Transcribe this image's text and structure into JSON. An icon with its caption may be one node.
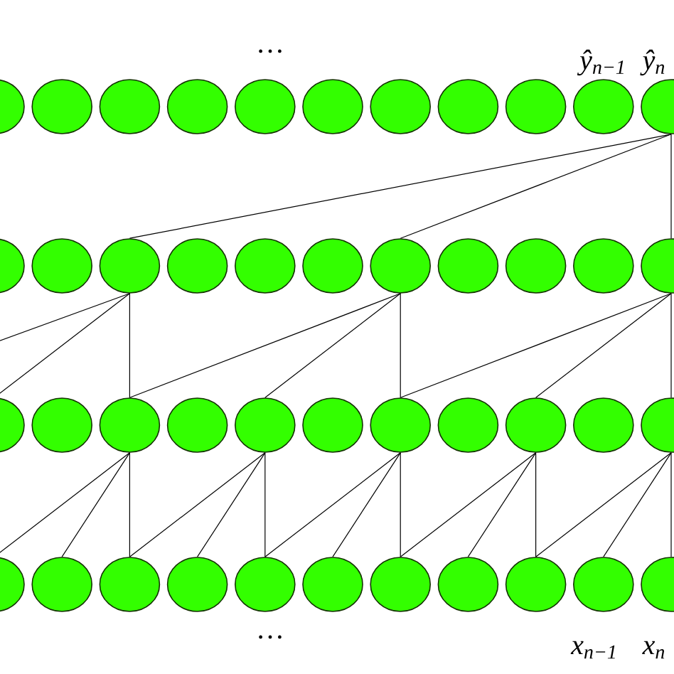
{
  "diagram": {
    "nodes": [
      {
        "text": [],
        "shape": "circle"
      },
      {
        "text": [],
        "shape": "circle"
      },
      {
        "text": [],
        "shape": "circle"
      },
      {
        "text": [],
        "shape": "circle"
      },
      {
        "text": [],
        "shape": "circle"
      },
      {
        "text": [],
        "shape": "circle"
      },
      {
        "text": [],
        "shape": "circle"
      },
      {
        "text": [],
        "shape": "circle"
      },
      {
        "text": [],
        "shape": "circle"
      },
      {
        "text": [],
        "shape": "circle"
      },
      {
        "text": [],
        "shape": "circle"
      },
      {
        "text": [],
        "shape": "circle"
      },
      {
        "text": [],
        "shape": "circle"
      },
      {
        "text": [],
        "shape": "circle"
      },
      {
        "text": [],
        "shape": "circle"
      },
      {
        "text": [],
        "shape": "circle"
      },
      {
        "text": [],
        "shape": "circle"
      },
      {
        "text": [],
        "shape": "circle"
      },
      {
        "text": [],
        "shape": "circle"
      },
      {
        "text": [],
        "shape": "circle"
      },
      {
        "text": [],
        "shape": "circle"
      },
      {
        "text": [],
        "shape": "circle"
      },
      {
        "text": [],
        "shape": "circle"
      },
      {
        "text": [],
        "shape": "circle"
      },
      {
        "text": [],
        "shape": "circle"
      },
      {
        "text": [],
        "shape": "circle"
      },
      {
        "text": [],
        "shape": "circle"
      },
      {
        "text": [],
        "shape": "circle"
      },
      {
        "text": [],
        "shape": "circle"
      },
      {
        "text": [],
        "shape": "circle"
      },
      {
        "text": [],
        "shape": "circle"
      },
      {
        "text": [],
        "shape": "circle"
      },
      {
        "text": [],
        "shape": "circle"
      },
      {
        "text": [],
        "shape": "circle"
      },
      {
        "text": [],
        "shape": "circle"
      },
      {
        "text": [],
        "shape": "circle"
      },
      {
        "text": [],
        "shape": "circle"
      },
      {
        "text": [],
        "shape": "circle"
      },
      {
        "text": [],
        "shape": "circle"
      },
      {
        "text": [],
        "shape": "circle"
      },
      {
        "text": [],
        "shape": "circle"
      },
      {
        "text": [],
        "shape": "circle"
      },
      {
        "text": [],
        "shape": "circle"
      },
      {
        "text": [],
        "shape": "circle"
      }
    ],
    "edges": [
      {
        "from": 10,
        "to": 13,
        "arrow": "none"
      },
      {
        "from": 10,
        "to": 17,
        "arrow": "none"
      },
      {
        "from": 10,
        "to": 21,
        "arrow": "none"
      },
      {
        "from": 13,
        "to": null,
        "arrow": "none"
      },
      {
        "from": 13,
        "to": 22,
        "arrow": "none"
      },
      {
        "from": 13,
        "to": 24,
        "arrow": "none"
      },
      {
        "from": 17,
        "to": 24,
        "arrow": "none"
      },
      {
        "from": 17,
        "to": 26,
        "arrow": "none"
      },
      {
        "from": 17,
        "to": 28,
        "arrow": "none"
      },
      {
        "from": 21,
        "to": 28,
        "arrow": "none"
      },
      {
        "from": 21,
        "to": 30,
        "arrow": "none"
      },
      {
        "from": 21,
        "to": 32,
        "arrow": "none"
      },
      {
        "from": 24,
        "to": 33,
        "arrow": "none"
      },
      {
        "from": 24,
        "to": 34,
        "arrow": "none"
      },
      {
        "from": 24,
        "to": 35,
        "arrow": "none"
      },
      {
        "from": 26,
        "to": 35,
        "arrow": "none"
      },
      {
        "from": 26,
        "to": 36,
        "arrow": "none"
      },
      {
        "from": 26,
        "to": 37,
        "arrow": "none"
      },
      {
        "from": 28,
        "to": 37,
        "arrow": "none"
      },
      {
        "from": 28,
        "to": 38,
        "arrow": "none"
      },
      {
        "from": 28,
        "to": 39,
        "arrow": "none"
      },
      {
        "from": 30,
        "to": 39,
        "arrow": "none"
      },
      {
        "from": 30,
        "to": 40,
        "arrow": "none"
      },
      {
        "from": 30,
        "to": 41,
        "arrow": "none"
      },
      {
        "from": 32,
        "to": 41,
        "arrow": "none"
      },
      {
        "from": 32,
        "to": 42,
        "arrow": "none"
      },
      {
        "from": 32,
        "to": 43,
        "arrow": "none"
      }
    ],
    "labels": [
      "…",
      "ŷ$_{n−1}$",
      "ŷ$_{n}$",
      "…",
      "x$_{n−1}$",
      "x$_{n}$"
    ]
  }
}
